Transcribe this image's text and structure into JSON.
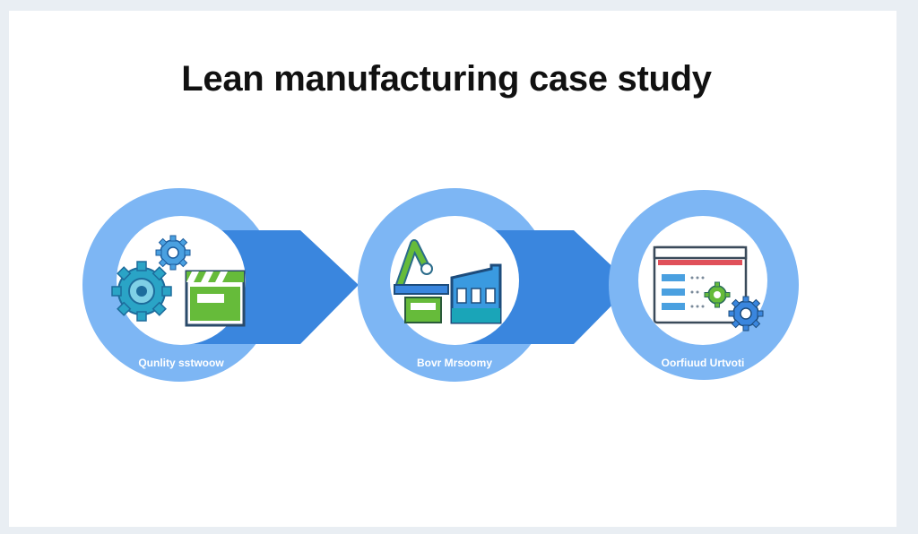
{
  "title": "Lean manufacturing case study",
  "steps": [
    {
      "label": "Qunlity sstwoow",
      "icon": "gears-and-machine-icon"
    },
    {
      "label": "Bovr Mrsoomy",
      "icon": "robotic-arm-factory-icon"
    },
    {
      "label": "Oorfiuud Urtvoti",
      "icon": "dashboard-with-gears-icon"
    }
  ],
  "colors": {
    "ring": "#7db6f4",
    "arrow": "#3a86de",
    "accent_green": "#66bb3a",
    "accent_teal": "#1aa5b8",
    "accent_red": "#e0505a"
  }
}
